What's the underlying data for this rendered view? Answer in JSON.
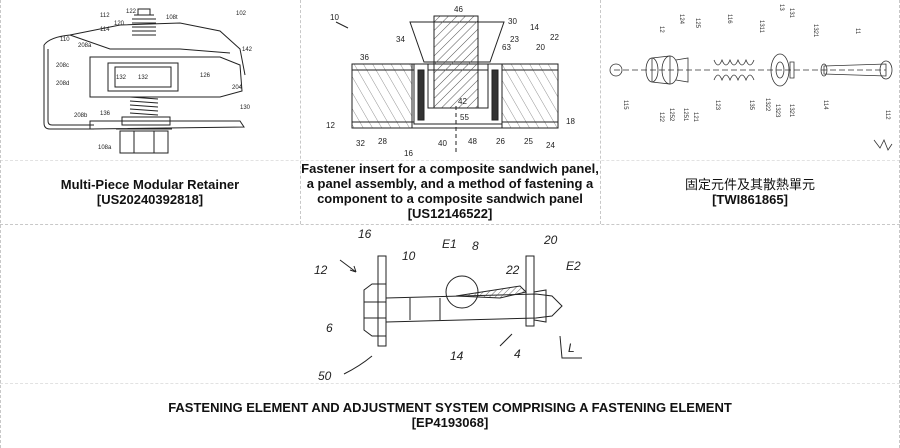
{
  "panels": [
    {
      "title": "Multi-Piece Modular Retainer",
      "id": "[US20240392818]",
      "ref_labels": [
        "112",
        "122",
        "120",
        "108t",
        "102",
        "110",
        "208a",
        "114",
        "142",
        "208c",
        "132",
        "132",
        "126",
        "208d",
        "204",
        "130",
        "208b",
        "136",
        "108a"
      ]
    },
    {
      "title": "Fastener insert for a composite sandwich panel, a panel assembly, and a method of fastening a component to a composite sandwich panel",
      "id": "[US12146522]",
      "ref_labels": [
        "10",
        "46",
        "30",
        "14",
        "34",
        "36",
        "23",
        "63",
        "20",
        "22",
        "12",
        "42",
        "55",
        "18",
        "32",
        "28",
        "40",
        "48",
        "26",
        "25",
        "24",
        "16"
      ]
    },
    {
      "title": "固定元件及其散熱單元",
      "id": "[TWI861865]",
      "ref_labels": [
        "12",
        "124",
        "125",
        "116",
        "13",
        "131",
        "1311",
        "1321",
        "11",
        "115",
        "122",
        "1252",
        "1251",
        "121",
        "123",
        "135",
        "1322",
        "1323",
        "1321",
        "114",
        "112"
      ]
    },
    {
      "title": "FASTENING ELEMENT AND ADJUSTMENT SYSTEM COMPRISING A FASTENING ELEMENT",
      "id": "[EP4193068]",
      "ref_labels": [
        "16",
        "10",
        "E1",
        "8",
        "20",
        "12",
        "22",
        "E2",
        "6",
        "14",
        "4",
        "L",
        "50"
      ]
    }
  ]
}
